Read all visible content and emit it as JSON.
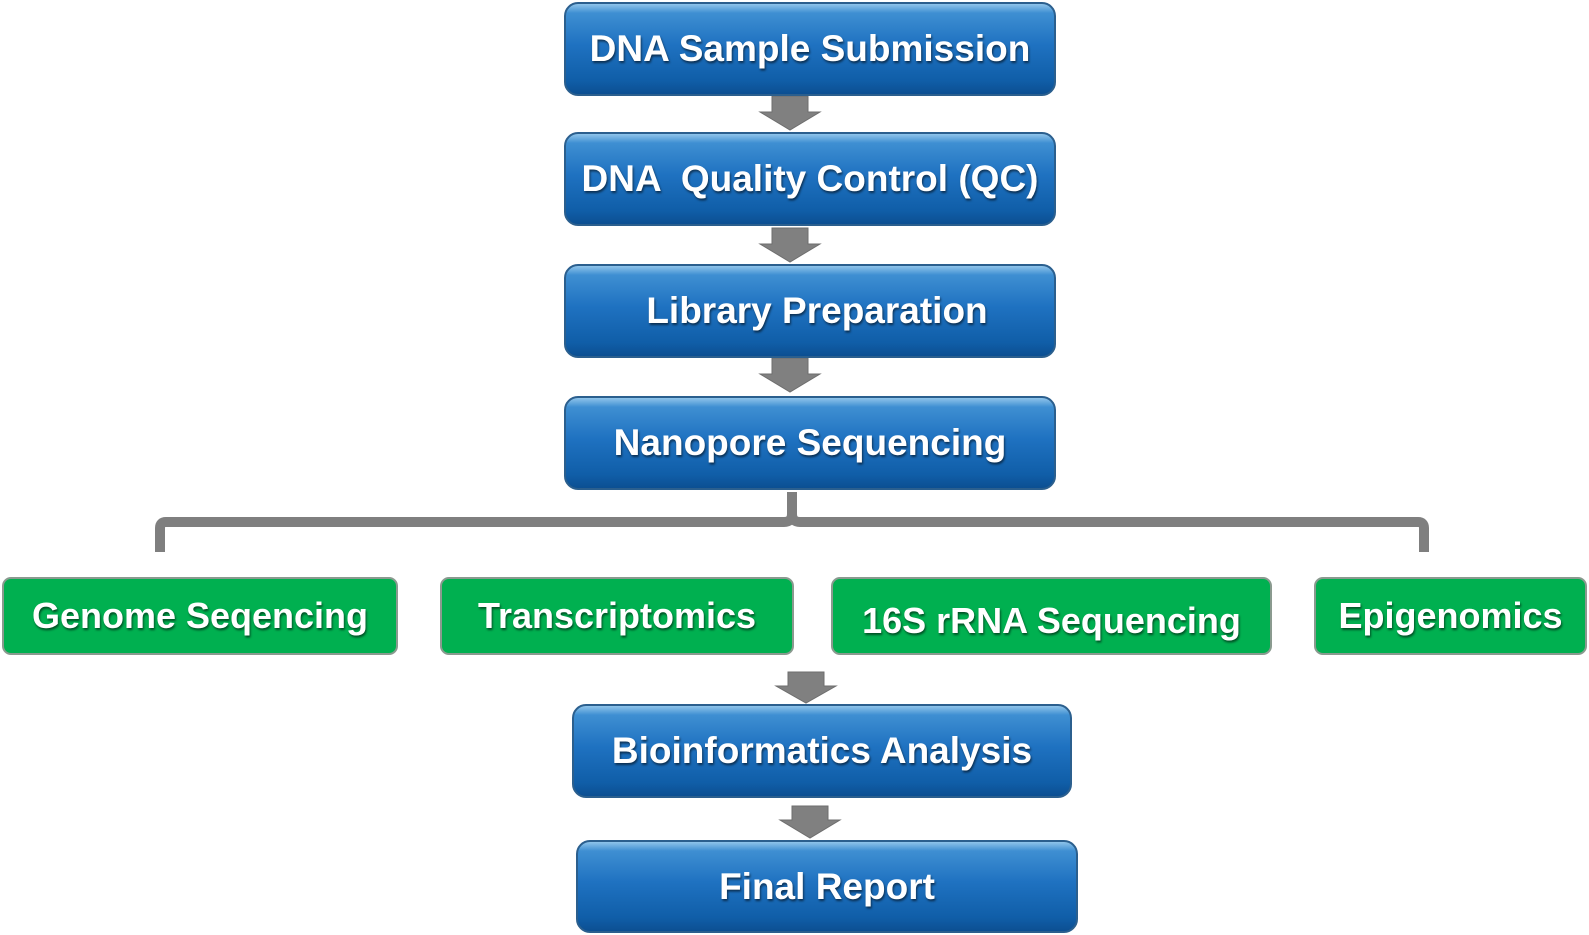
{
  "steps": {
    "sample_submission": "DNA Sample Submission",
    "quality_control": "DNA  Quality Control (QC)",
    "library_preparation": "Library Preparation",
    "nanopore_sequencing": "Nanopore Sequencing",
    "bioinformatics_analysis": "Bioinformatics Analysis",
    "final_report": "Final Report"
  },
  "applications": [
    "Genome Seqencing",
    "Transcriptomics",
    "16S rRNA Sequencing",
    "Epigenomics"
  ],
  "colors": {
    "step_box": "#1f72c1",
    "application_box": "#00b050",
    "arrow": "#808080",
    "text": "#ffffff"
  }
}
